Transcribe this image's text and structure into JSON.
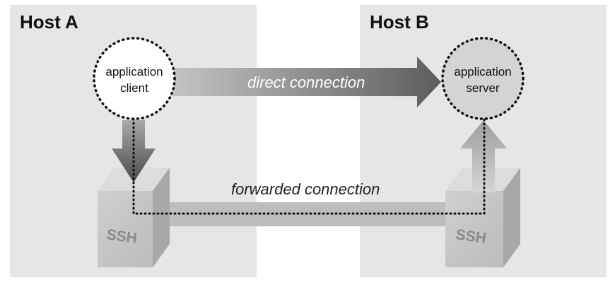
{
  "host_a": {
    "title": "Host A"
  },
  "host_b": {
    "title": "Host B"
  },
  "client": {
    "line1": "application",
    "line2": "client"
  },
  "server": {
    "line1": "application",
    "line2": "server"
  },
  "direct_connection": {
    "label": "direct connection"
  },
  "forwarded_connection": {
    "label": "forwarded connection"
  },
  "ssh_a": {
    "label": "SSH"
  },
  "ssh_b": {
    "label": "SSH"
  },
  "colors": {
    "host_panel": "#e6e6e6",
    "node_fill": "#d4d4d4",
    "arrow_light": "#bdbdbd",
    "arrow_dark": "#5a5a5a",
    "dotted": "#111111"
  }
}
